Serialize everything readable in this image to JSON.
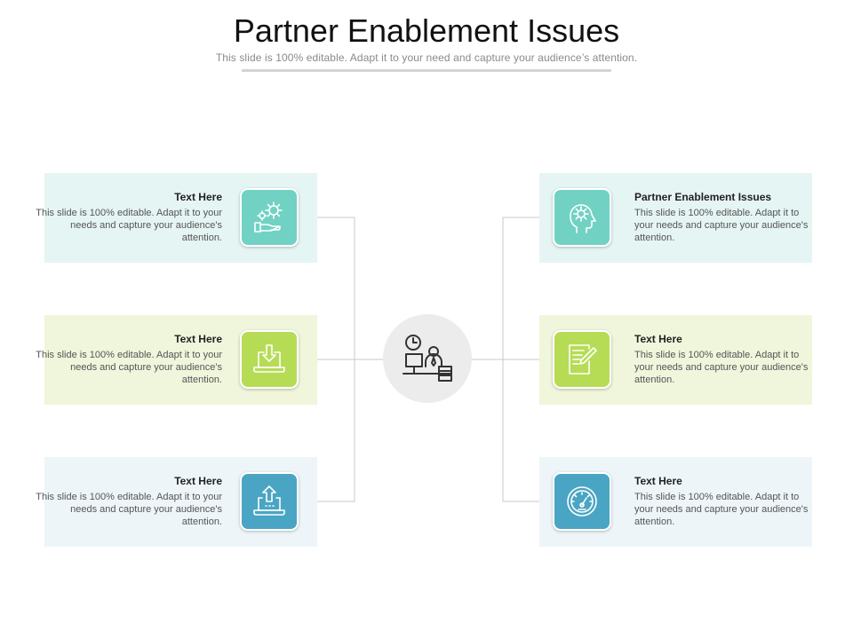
{
  "header": {
    "title": "Partner Enablement Issues",
    "subtitle": "This slide is 100% editable. Adapt it to your need and capture your audience’s attention."
  },
  "colors": {
    "teal": "#71d2c4",
    "teal_bg": "#e5f5f3",
    "green": "#b6dc55",
    "green_bg": "#eff6dc",
    "blue": "#4aa5c4",
    "blue_bg": "#edf5f9",
    "connector": "#c8c8c8"
  },
  "cards": {
    "left": [
      {
        "heading": "Text Here",
        "body": "This slide is 100% editable. Adapt it to your needs and capture your audience's attention.",
        "icon": "gear-hand-icon"
      },
      {
        "heading": "Text Here",
        "body": "This slide is 100% editable. Adapt it to your needs and capture your audience's attention.",
        "icon": "laptop-download-icon"
      },
      {
        "heading": "Text Here",
        "body": "This slide is 100% editable. Adapt it to your needs and capture your audience's attention.",
        "icon": "laptop-upload-icon"
      }
    ],
    "right": [
      {
        "heading": "Partner Enablement Issues",
        "body": "This slide is 100% editable. Adapt it to your needs and capture your audience's attention.",
        "icon": "head-gear-icon"
      },
      {
        "heading": "Text Here",
        "body": "This slide is 100% editable. Adapt it to your needs and capture your audience's attention.",
        "icon": "document-pencil-icon"
      },
      {
        "heading": "Text Here",
        "body": "This slide is 100% editable. Adapt it to your needs and capture your audience's attention.",
        "icon": "speedometer-icon"
      }
    ]
  },
  "center": {
    "icon": "person-desk-clock-icon"
  }
}
